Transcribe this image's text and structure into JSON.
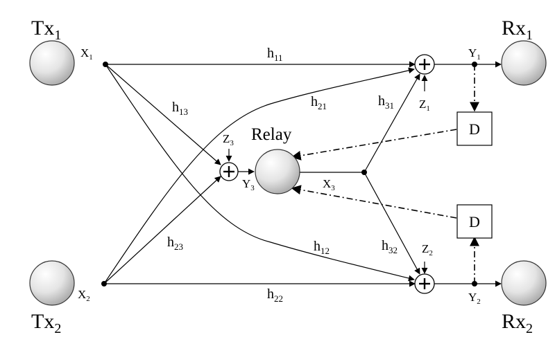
{
  "nodes": {
    "tx1": {
      "main": "Tx",
      "sub": "1"
    },
    "tx2": {
      "main": "Tx",
      "sub": "2"
    },
    "rx1": {
      "main": "Rx",
      "sub": "1"
    },
    "rx2": {
      "main": "Rx",
      "sub": "2"
    },
    "relay": "Relay"
  },
  "signals": {
    "x1": {
      "main": "X",
      "sub": "1"
    },
    "x2": {
      "main": "X",
      "sub": "2"
    },
    "x3": {
      "main": "X",
      "sub": "3"
    },
    "y1": {
      "main": "Y",
      "sub": "1"
    },
    "y2": {
      "main": "Y",
      "sub": "2"
    },
    "y3": {
      "main": "Y",
      "sub": "3"
    },
    "z1": {
      "main": "Z",
      "sub": "1"
    },
    "z2": {
      "main": "Z",
      "sub": "2"
    },
    "z3": {
      "main": "Z",
      "sub": "3"
    }
  },
  "channels": {
    "h11": {
      "main": "h",
      "sub": "11"
    },
    "h12": {
      "main": "h",
      "sub": "12"
    },
    "h13": {
      "main": "h",
      "sub": "13"
    },
    "h21": {
      "main": "h",
      "sub": "21"
    },
    "h22": {
      "main": "h",
      "sub": "22"
    },
    "h23": {
      "main": "h",
      "sub": "23"
    },
    "h31": {
      "main": "h",
      "sub": "31"
    },
    "h32": {
      "main": "h",
      "sub": "32"
    }
  },
  "decoders": {
    "d1": "D",
    "d2": "D"
  }
}
